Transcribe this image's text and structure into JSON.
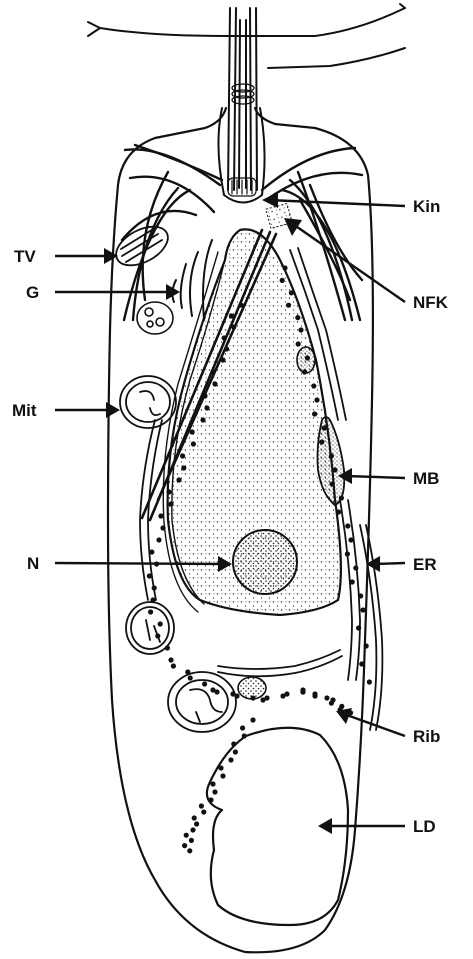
{
  "labels": {
    "kin": "Kin",
    "tv": "TV",
    "g": "G",
    "nfk": "NFK",
    "mit": "Mit",
    "mb": "MB",
    "n": "N",
    "er": "ER",
    "rib": "Rib",
    "ld": "LD"
  },
  "colors": {
    "ink": "#111111",
    "paper": "#ffffff"
  }
}
